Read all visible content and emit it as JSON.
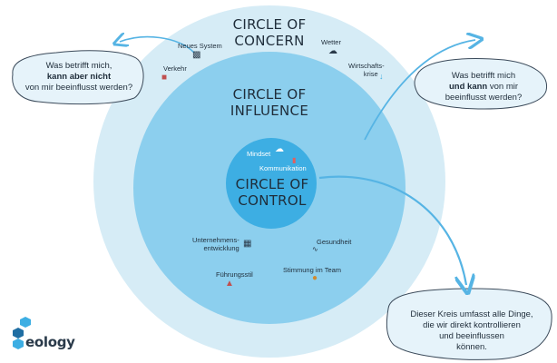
{
  "concern": {
    "title_line1": "CIRCLE OF",
    "title_line2": "CONCERN",
    "items": {
      "neues_system": "Neues System",
      "wetter": "Wetter",
      "verkehr": "Verkehr",
      "wirtschaftskrise_line1": "Wirtschafts-",
      "wirtschaftskrise_line2": "krise"
    }
  },
  "influence": {
    "title_line1": "CIRCLE OF",
    "title_line2": "INFLUENCE",
    "items": {
      "unternehmensentwicklung_line1": "Unternehmens-",
      "unternehmensentwicklung_line2": "entwicklung",
      "gesundheit": "Gesundheit",
      "fuehrungsstil": "Führungsstil",
      "stimmung_im_team": "Stimmung im Team"
    }
  },
  "control": {
    "title_line1": "CIRCLE OF",
    "title_line2": "CONTROL",
    "items": {
      "mindset": "Mindset",
      "kommunikation": "Kommunikation"
    }
  },
  "callouts": {
    "left": {
      "line1": "Was betrifft mich,",
      "line2_bold": "kann aber nicht",
      "line3": "von mir beeinflusst werden?"
    },
    "right": {
      "line1": "Was betrifft mich",
      "line2_bold": "und kann",
      "line2_rest": " von mir",
      "line3": "beeinflusst werden?"
    },
    "bottom": {
      "line1": "Dieser Kreis umfasst alle Dinge,",
      "line2": "die wir direkt kontrollieren",
      "line3": "und beeinflussen",
      "line4": "können."
    }
  },
  "logo": {
    "text": "eology"
  },
  "colors": {
    "concern": "#d6ecf6",
    "influence": "#8ccfee",
    "control": "#3daee3",
    "arrow": "#56b4e4",
    "callout_fill": "#e6f3fa"
  }
}
